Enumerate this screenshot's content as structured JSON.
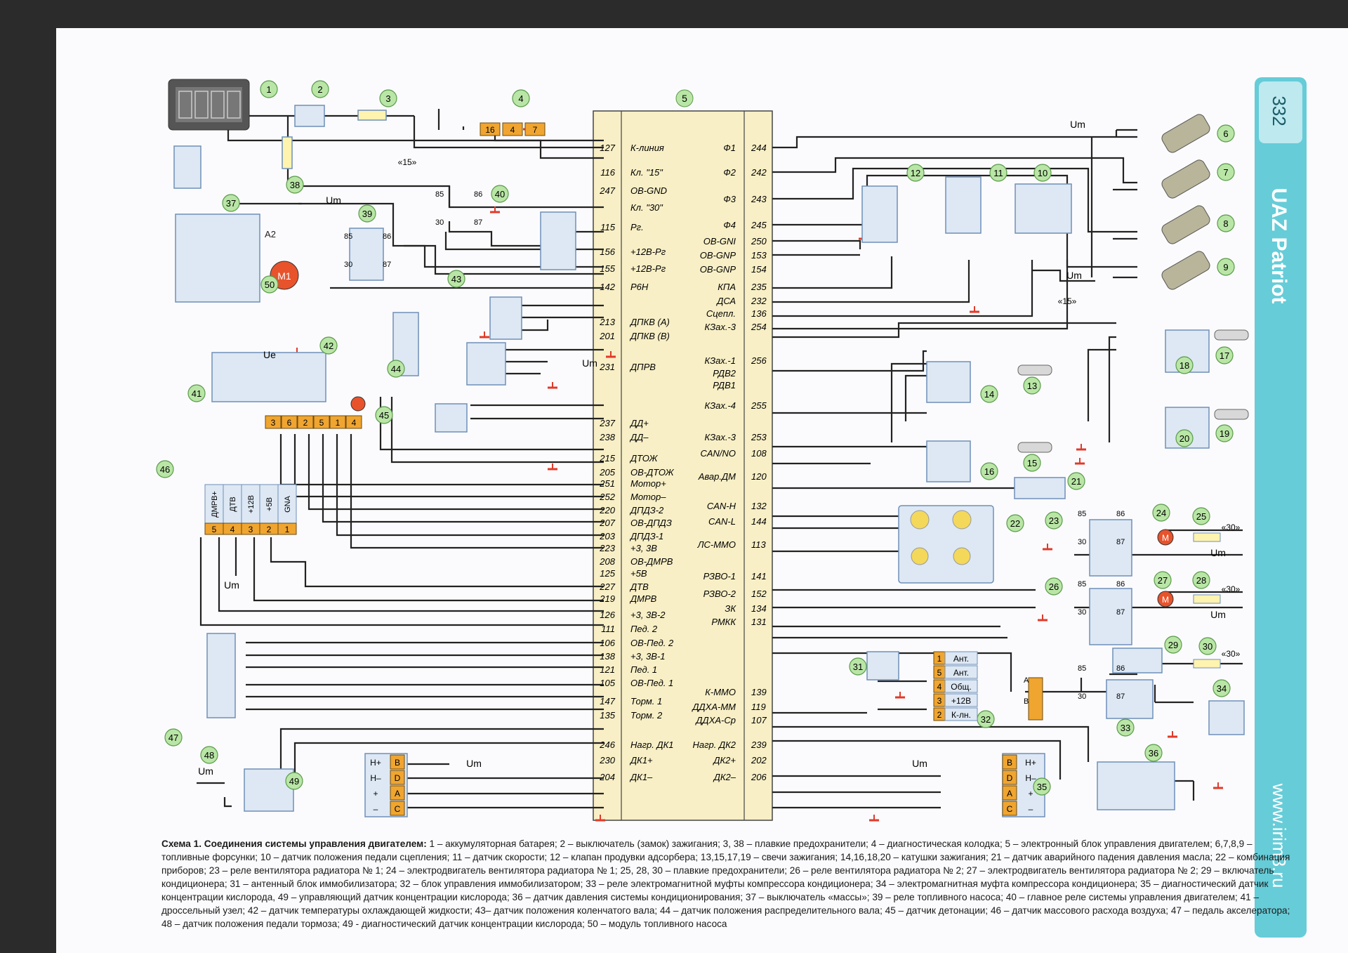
{
  "page_number": "332",
  "side_title": "UAZ Patriot",
  "side_url": "www.irim3.ru",
  "ecu": {
    "number": "5",
    "left": [
      {
        "pin": "127",
        "label": "К-линия"
      },
      {
        "pin": "116",
        "label": "Кл. \"15\""
      },
      {
        "pin": "247",
        "label": "ОВ-GND"
      },
      {
        "pin": "",
        "label": "Кл. \"30\""
      },
      {
        "pin": "115",
        "label": "Рг."
      },
      {
        "pin": "156",
        "label": "+12В-Рг"
      },
      {
        "pin": "155",
        "label": "+12В-Рг"
      },
      {
        "pin": "142",
        "label": "Р6Н"
      },
      {
        "pin": "213",
        "label": "ДПКВ (А)"
      },
      {
        "pin": "201",
        "label": "ДПКВ (В)"
      },
      {
        "pin": "231",
        "label": "ДПРВ"
      },
      {
        "pin": "237",
        "label": "ДД+"
      },
      {
        "pin": "238",
        "label": "ДД–"
      },
      {
        "pin": "215",
        "label": "ДТОЖ"
      },
      {
        "pin": "205",
        "label": "ОВ-ДТОЖ"
      },
      {
        "pin": "251",
        "label": "Мотор+"
      },
      {
        "pin": "252",
        "label": "Мотор–"
      },
      {
        "pin": "220",
        "label": "ДПДЗ-2"
      },
      {
        "pin": "207",
        "label": "ОВ-ДПДЗ"
      },
      {
        "pin": "203",
        "label": "ДПДЗ-1"
      },
      {
        "pin": "223",
        "label": "+3, 3В"
      },
      {
        "pin": "208",
        "label": "ОВ-ДМРВ"
      },
      {
        "pin": "125",
        "label": "+5В"
      },
      {
        "pin": "227",
        "label": "ДТВ"
      },
      {
        "pin": "219",
        "label": "ДМРВ"
      },
      {
        "pin": "126",
        "label": "+3, 3В-2"
      },
      {
        "pin": "111",
        "label": "Пед. 2"
      },
      {
        "pin": "106",
        "label": "ОВ-Пед. 2"
      },
      {
        "pin": "138",
        "label": "+3, 3В-1"
      },
      {
        "pin": "121",
        "label": "Пед. 1"
      },
      {
        "pin": "105",
        "label": "ОВ-Пед. 1"
      },
      {
        "pin": "147",
        "label": "Торм. 1"
      },
      {
        "pin": "135",
        "label": "Торм. 2"
      },
      {
        "pin": "246",
        "label": "Нагр. ДК1"
      },
      {
        "pin": "230",
        "label": "ДК1+"
      },
      {
        "pin": "204",
        "label": "ДК1–"
      }
    ],
    "right": [
      {
        "pin": "244",
        "label": "Ф1"
      },
      {
        "pin": "242",
        "label": "Ф2"
      },
      {
        "pin": "243",
        "label": "Ф3"
      },
      {
        "pin": "245",
        "label": "Ф4"
      },
      {
        "pin": "250",
        "label": "ОВ-GNI"
      },
      {
        "pin": "153",
        "label": "ОВ-GNP"
      },
      {
        "pin": "154",
        "label": "ОВ-GNP"
      },
      {
        "pin": "235",
        "label": "КПА"
      },
      {
        "pin": "232",
        "label": "ДСА"
      },
      {
        "pin": "136",
        "label": "Сцепл."
      },
      {
        "pin": "254",
        "label": "КЗах.-3"
      },
      {
        "pin": "256",
        "label": "КЗах.-1"
      },
      {
        "pin": "",
        "label": "РДВ2"
      },
      {
        "pin": "",
        "label": "РДВ1"
      },
      {
        "pin": "255",
        "label": "КЗах.-4"
      },
      {
        "pin": "253",
        "label": "КЗах.-3"
      },
      {
        "pin": "108",
        "label": "CAN/NO"
      },
      {
        "pin": "120",
        "label": "Авар.ДМ"
      },
      {
        "pin": "132",
        "label": "CAN-H"
      },
      {
        "pin": "144",
        "label": "CAN-L"
      },
      {
        "pin": "113",
        "label": "ЛС-ММО"
      },
      {
        "pin": "141",
        "label": "РЗВО-1"
      },
      {
        "pin": "152",
        "label": "РЗВО-2"
      },
      {
        "pin": "134",
        "label": "ЗК"
      },
      {
        "pin": "131",
        "label": "РМКК"
      },
      {
        "pin": "139",
        "label": "К-ММО"
      },
      {
        "pin": "119",
        "label": "ДДХА-ММ"
      },
      {
        "pin": "107",
        "label": "ДДХА-Ср"
      },
      {
        "pin": "239",
        "label": "Нагр. ДК2"
      },
      {
        "pin": "202",
        "label": "ДК2+"
      },
      {
        "pin": "206",
        "label": "ДК2–"
      }
    ]
  },
  "labels": {
    "um": "Um",
    "ue": "Ue",
    "k15": "«15»",
    "k30": "«30»",
    "a2": "A2",
    "m1": "M1",
    "motor": "M",
    "pin_a": "A",
    "pin_b": "B"
  },
  "connectors": {
    "diag": [
      "16",
      "4",
      "7"
    ],
    "tmap": [
      "3",
      "6",
      "2",
      "5",
      "1",
      "4"
    ],
    "maf_names": [
      "ДМРВ+",
      "ДТВ",
      "+12В",
      "+5В",
      "GNA"
    ],
    "maf_pins": [
      "5",
      "4",
      "3",
      "2",
      "1"
    ],
    "immo": [
      {
        "pin": "1",
        "name": "Ант."
      },
      {
        "pin": "5",
        "name": "Ант."
      },
      {
        "pin": "4",
        "name": "Общ."
      },
      {
        "pin": "3",
        "name": "+12В"
      },
      {
        "pin": "2",
        "name": "К-лн."
      }
    ],
    "o2_names": [
      "Н+",
      "Н–",
      "+",
      "–"
    ],
    "o2_pins": [
      "B",
      "D",
      "A",
      "C"
    ],
    "relay_pins": [
      "85",
      "86",
      "30",
      "87"
    ]
  },
  "callouts": [
    "1",
    "2",
    "3",
    "4",
    "5",
    "6",
    "7",
    "8",
    "9",
    "10",
    "11",
    "12",
    "13",
    "14",
    "15",
    "16",
    "17",
    "18",
    "19",
    "20",
    "21",
    "22",
    "23",
    "24",
    "25",
    "26",
    "27",
    "28",
    "29",
    "30",
    "31",
    "32",
    "33",
    "34",
    "35",
    "36",
    "37",
    "38",
    "39",
    "40",
    "41",
    "42",
    "43",
    "44",
    "45",
    "46",
    "47",
    "48",
    "49",
    "50"
  ],
  "caption": {
    "title": "Схема 1. Соединения системы управления двигателем:",
    "text": " 1 – аккумуляторная батарея; 2 – выключатель (замок) зажигания; 3, 38 – плавкие предохранители; 4 – диагностическая колодка; 5 – электронный блок управления двигателем; 6,7,8,9 – топливные форсунки; 10 – датчик положения педали сцепления; 11 – датчик скорости; 12 – клапан продувки адсорбера; 13,15,17,19 – свечи зажигания; 14,16,18,20 – катушки зажигания; 21 – датчик аварийного падения давления масла; 22 – комбинация приборов; 23 – реле вентилятора радиатора № 1; 24 – электродвигатель вентилятора радиатора № 1; 25, 28, 30 – плавкие предохранители; 26 – реле вентилятора радиатора № 2; 27 – электродвигатель вентилятора радиатора № 2; 29 – включатель кондиционера; 31 – антенный блок иммобилизатора; 32 – блок управления иммобилизатором; 33 – реле электромагнитной муфты компрессора кондиционера; 34 – электромагнитная муфта компрессора кондиционера; 35 – диагностический датчик концентрации кислорода, 49 – управляющий датчик концентрации кислорода; 36 – датчик давления системы кондиционирования; 37 – выключатель «массы»; 39 – реле топливного насоса; 40 – главное реле системы управления двигателем; 41 – дроссельный узел; 42 – датчик температуры охлаждающей жидкости; 43– датчик положения коленчатого вала; 44 – датчик положения распределительного вала; 45 – датчик детонации; 46 – датчик массового расхода воздуха; 47 – педаль акселератора; 48 – датчик положения педали тормоза; 49 - диагностический датчик концентрации кислорода; 50 – модуль топливного насоса"
  },
  "colors": {
    "page": "#fbfbfd",
    "wire": "#222222",
    "component_fill": "#dde8f4",
    "component_stroke": "#6f8fb8",
    "ecu_fill": "#f8efc6",
    "connector": "#f0a530",
    "callout": "#b9e6a6",
    "ground": "#e03a2a",
    "motor": "#e8532c",
    "fuse": "#fff3b0",
    "sidebar": "#66ccd8",
    "sidebar_dark": "#3fb3c4"
  }
}
